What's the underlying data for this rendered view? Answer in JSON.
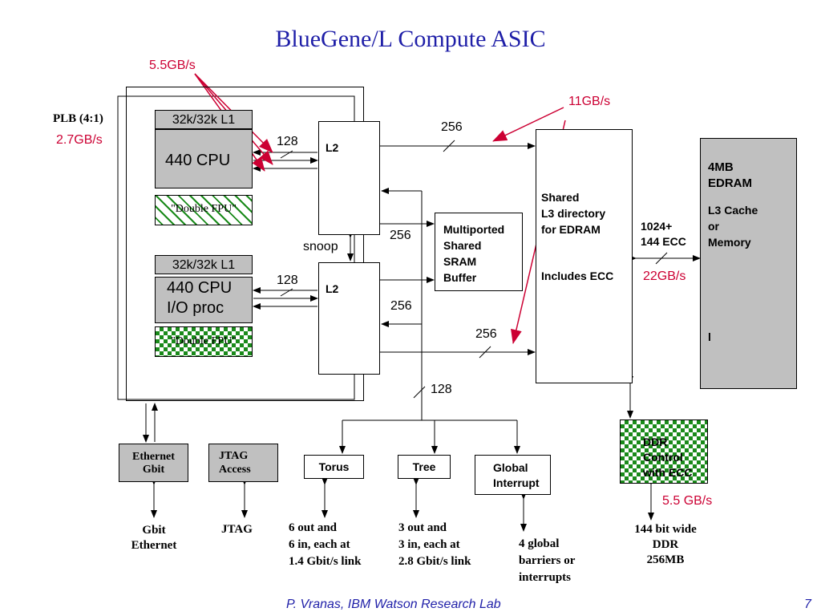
{
  "slide": {
    "title": "BlueGene/L Compute ASIC",
    "footer": "P. Vranas, IBM Watson Research Lab",
    "page_number": "7"
  },
  "blocks": {
    "cpu1_l1": "32k/32k L1",
    "cpu1_name": "440 CPU",
    "fpu1": "\"Double FPU\"",
    "cpu2_l1": "32k/32k L1",
    "cpu2_name_line1": "440 CPU",
    "cpu2_name_line2": "I/O proc",
    "fpu2": "\"Double FPU\"",
    "l2_top": "L2",
    "l2_bottom": "L2",
    "snoop": "snoop",
    "sram": [
      "Multiported",
      "Shared",
      "SRAM",
      "Buffer"
    ],
    "l3dir": [
      "Shared",
      "L3 directory",
      "for EDRAM"
    ],
    "l3dir_ecc": "Includes ECC",
    "edram_title": [
      "4MB",
      "EDRAM"
    ],
    "edram_sub": [
      "L3 Cache",
      "or",
      "Memory"
    ],
    "edram_mark": "l",
    "ddr": [
      "DDR",
      "Control",
      "with ECC"
    ],
    "ethernet": [
      "Ethernet",
      "Gbit"
    ],
    "jtag": [
      "JTAG",
      "Access"
    ],
    "torus": "Torus",
    "tree": "Tree",
    "global": [
      "Global",
      "Interrupt"
    ]
  },
  "labels": {
    "plb": "PLB (4:1)",
    "plb_rate": "2.7GB/s",
    "rate_5_5": "5.5GB/s",
    "rate_11": "11GB/s",
    "rate_22": "22GB/s",
    "rate_ddr": "5.5 GB/s",
    "w128_top": "128",
    "w128_bottom": "128",
    "w128_bus": "128",
    "w256_top": "256",
    "w256_mid": "256",
    "w256_mid2": "256",
    "w256_low": "256",
    "w1024": [
      "1024+",
      "144 ECC"
    ]
  },
  "captions": {
    "ethernet": [
      "Gbit",
      "Ethernet"
    ],
    "jtag": "JTAG",
    "torus": [
      "6 out and",
      "6 in, each  at",
      "1.4 Gbit/s link"
    ],
    "tree": [
      "3 out and",
      "3 in, each  at",
      "2.8 Gbit/s link"
    ],
    "global": [
      "4 global",
      "barriers or",
      "interrupts"
    ],
    "ddr": [
      "144 bit wide",
      "DDR",
      "256MB"
    ]
  },
  "colors": {
    "accent_red": "#cc0033",
    "title_blue": "#1f1fa8",
    "block_gray": "#c0c0c0",
    "checker_green": "#1a8a1a"
  }
}
